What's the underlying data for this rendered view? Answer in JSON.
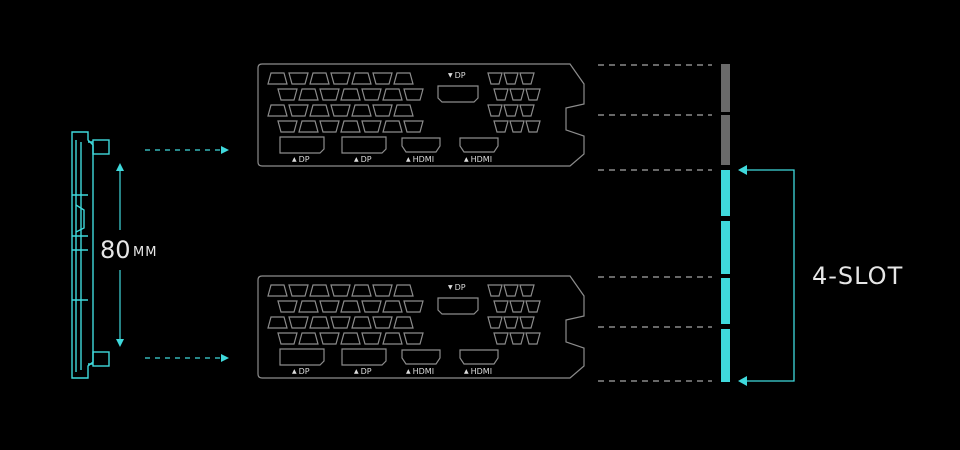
{
  "colors": {
    "cyan": "#3fd9dc",
    "outline": "#8c8c8c",
    "gray_slot": "#6a6a6a",
    "dash": "#cfcfcf"
  },
  "icons": {
    "arrow_up": "▲",
    "arrow_down": "▼"
  },
  "measure": {
    "value": "80",
    "unit": "MM"
  },
  "slot_label": "4-SLOT",
  "brackets": [
    {
      "top_port": "DP",
      "ports": [
        "DP",
        "DP",
        "HDMI",
        "HDMI"
      ]
    },
    {
      "top_port": "DP",
      "ports": [
        "DP",
        "DP",
        "HDMI",
        "HDMI"
      ]
    }
  ],
  "slots": {
    "used": 4,
    "unused": 2
  }
}
